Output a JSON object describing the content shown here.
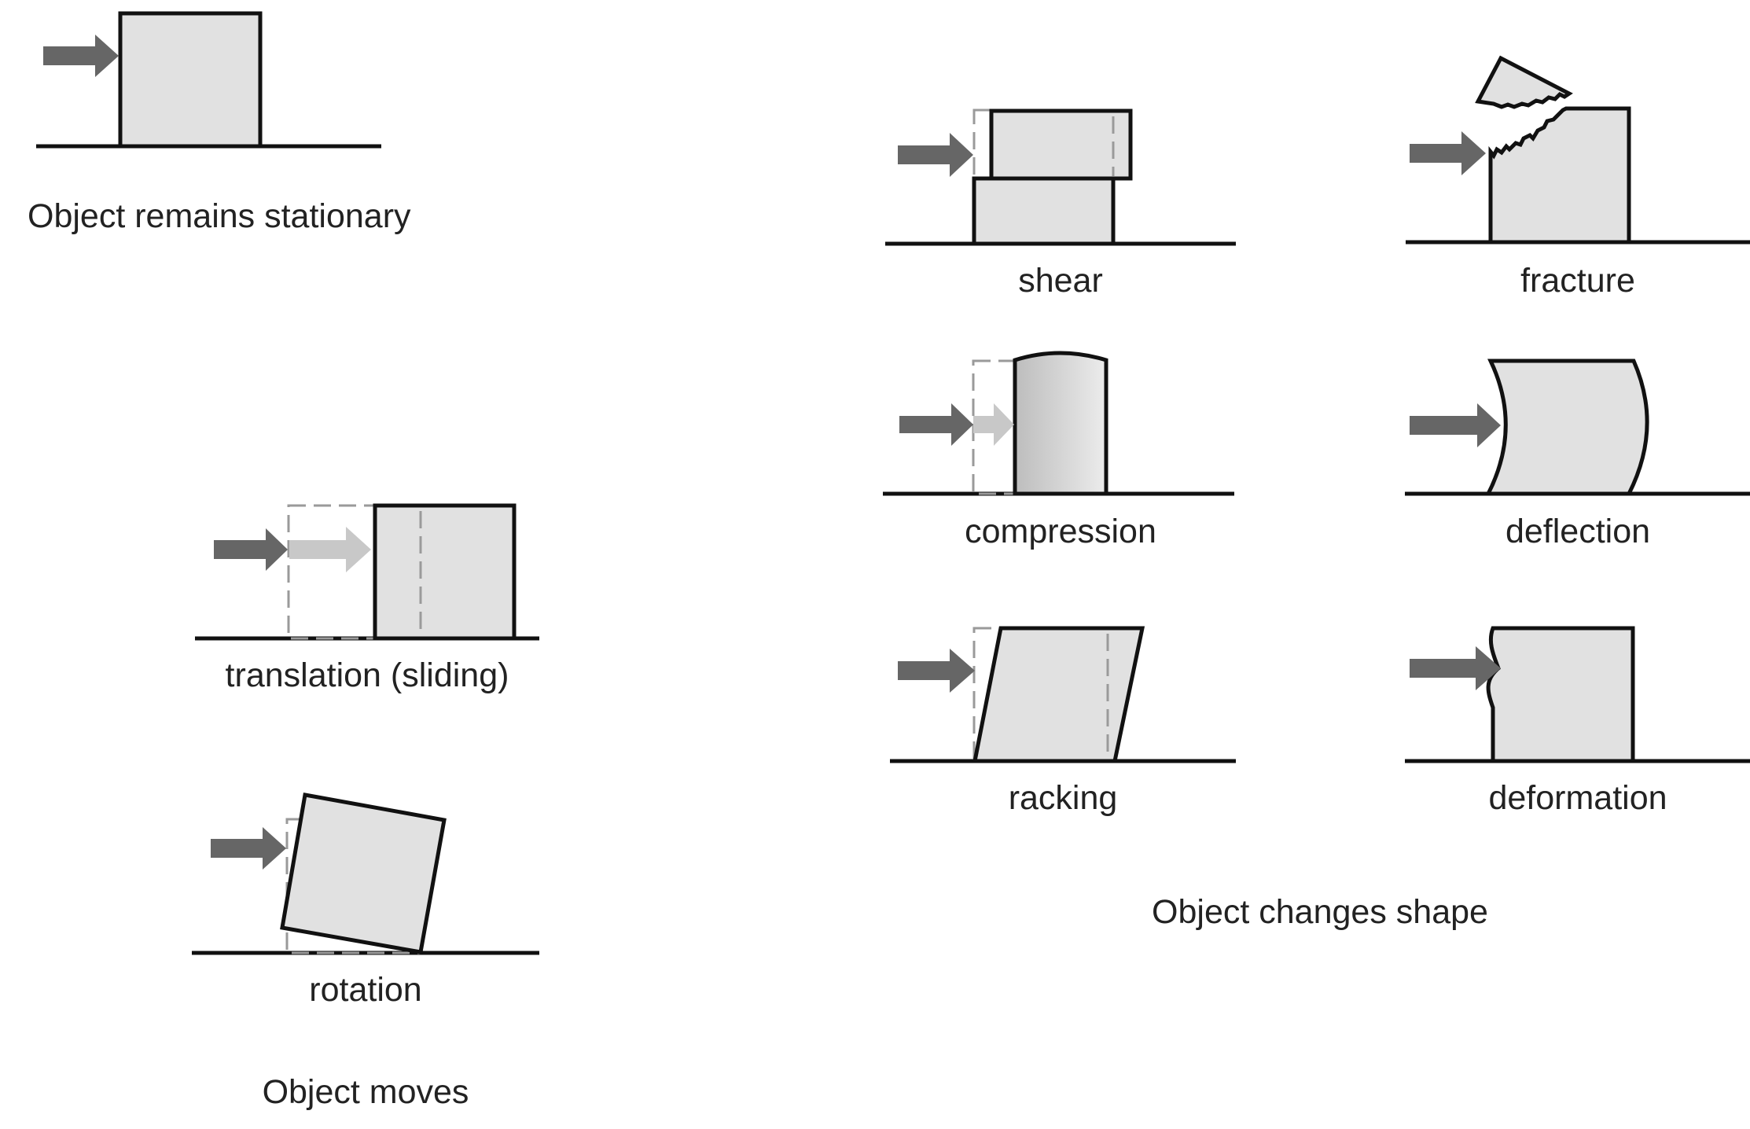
{
  "colors": {
    "fill": "#e1e1e1",
    "outline": "#111111",
    "arrow": "#666666",
    "ghost_arrow": "#c8c8c8",
    "dashed": "#9a9a9a",
    "text": "#222222"
  },
  "groups": {
    "stationary": {
      "title": "Object remains stationary"
    },
    "moves": {
      "title": "Object moves",
      "items": [
        {
          "label": "translation (sliding)"
        },
        {
          "label": "rotation"
        }
      ]
    },
    "changes_shape": {
      "title": "Object changes shape",
      "items": [
        {
          "label": "shear"
        },
        {
          "label": "fracture"
        },
        {
          "label": "compression"
        },
        {
          "label": "deflection"
        },
        {
          "label": "racking"
        },
        {
          "label": "deformation"
        }
      ]
    }
  }
}
